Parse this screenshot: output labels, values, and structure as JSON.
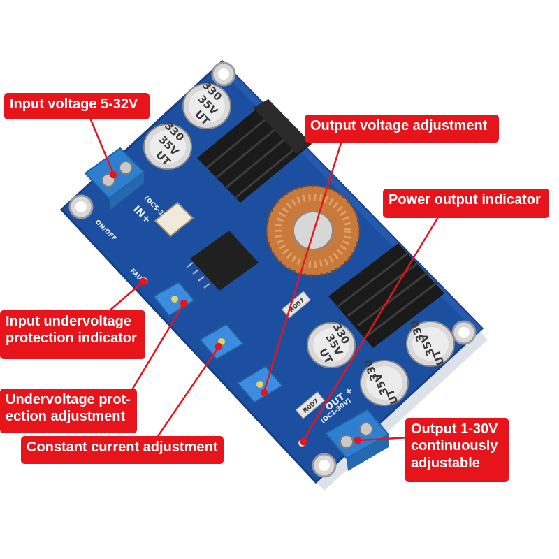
{
  "labels": {
    "input_voltage": "Input voltage 5-32V",
    "output_voltage_adjustment": "Output voltage adjustment",
    "power_output_indicator": "Power output indicator",
    "input_undervoltage_indicator": "Input undervoltage\nprotection indicator",
    "undervoltage_adjustment": "Undervoltage prot-\nection adjustment",
    "constant_current_adjustment": "Constant current adjustment",
    "output_range": "Output 1-30V\ncontinuously\nadjustable"
  },
  "board": {
    "capacitor_value": "330",
    "capacitor_voltage": "35V",
    "capacitor_series": "UT",
    "input_silk": "IN+",
    "input_silk_range": "(DC5-32V)",
    "output_silk": "OUT +",
    "output_silk_range": "(DC1-30V)",
    "resistor_code": "R007",
    "switch_silk": "ON/OFF",
    "fault_silk": "FAULT"
  },
  "colors": {
    "label_bg": "#e8141c",
    "label_text": "#ffffff",
    "board": "#1d4fa0",
    "board_edge": "#163f85",
    "leader_line": "#e8141c",
    "heatsink": "#1a1a1a",
    "terminal": "#2f7fd0",
    "copper": "#c87a3c"
  }
}
